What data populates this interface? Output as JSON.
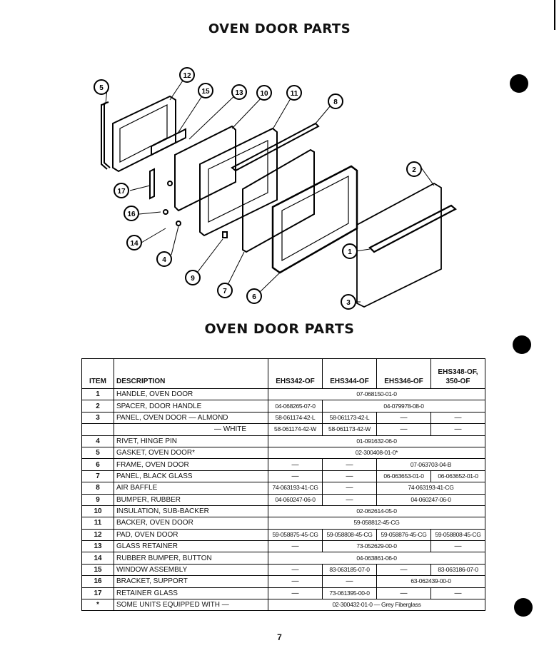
{
  "title_top": "OVEN DOOR PARTS",
  "title_bottom": "OVEN DOOR PARTS",
  "callouts": [
    "1",
    "2",
    "3",
    "4",
    "5",
    "6",
    "7",
    "8",
    "9",
    "10",
    "11",
    "12",
    "13",
    "14",
    "15",
    "16",
    "17"
  ],
  "table": {
    "headers": {
      "item": "ITEM",
      "description": "DESCRIPTION",
      "m1": "EHS342-OF",
      "m2": "EHS344-OF",
      "m3": "EHS346-OF",
      "m4a": "EHS348-OF,",
      "m4b": "350-OF"
    },
    "rows": [
      {
        "item": "1",
        "desc": "HANDLE, OVEN DOOR",
        "span": "07-068150-01-0"
      },
      {
        "item": "2",
        "desc": "SPACER, DOOR HANDLE",
        "c1": "04-068265-07-0",
        "span3": "04-079978-08-0"
      },
      {
        "item": "3",
        "desc": "PANEL, OVEN DOOR — ALMOND",
        "c1": "58-061174-42-L",
        "c2": "58-061173-42-L",
        "c3": "—",
        "c4": "—"
      },
      {
        "item": "",
        "desc": "— WHITE",
        "c1": "58-061174-42-W",
        "c2": "58-061173-42-W",
        "c3": "—",
        "c4": "—"
      },
      {
        "item": "4",
        "desc": "RIVET, HINGE PIN",
        "span": "01-091632-06-0"
      },
      {
        "item": "5",
        "desc": "GASKET, OVEN DOOR*",
        "span": "02-300408-01-0*"
      },
      {
        "item": "6",
        "desc": "FRAME, OVEN DOOR",
        "c1": "—",
        "c2": "—",
        "span2": "07-063703-04-B"
      },
      {
        "item": "7",
        "desc": "PANEL, BLACK GLASS",
        "c1": "—",
        "c2": "—",
        "c3": "06-063653-01-0",
        "c4": "06-063652-01-0"
      },
      {
        "item": "8",
        "desc": "AIR BAFFLE",
        "c1": "74-063193-41-CG",
        "c2": "—",
        "span2": "74-063193-41-CG"
      },
      {
        "item": "9",
        "desc": "BUMPER, RUBBER",
        "c1": "04-060247-06-0",
        "c2": "—",
        "span2": "04-060247-06-0"
      },
      {
        "item": "10",
        "desc": "INSULATION, SUB-BACKER",
        "span": "02-062614-05-0"
      },
      {
        "item": "11",
        "desc": "BACKER, OVEN DOOR",
        "span": "59-058812-45-CG"
      },
      {
        "item": "12",
        "desc": "PAD, OVEN DOOR",
        "c1": "59-058875-45-CG",
        "c2": "59-058808-45-CG",
        "c3": "59-058876-45-CG",
        "c4": "59-058808-45-CG"
      },
      {
        "item": "13",
        "desc": "GLASS RETAINER",
        "c1": "—",
        "span2b": "73-052629-00-0",
        "c4": "—"
      },
      {
        "item": "14",
        "desc": "RUBBER BUMPER, BUTTON",
        "span": "04-063861-06-0"
      },
      {
        "item": "15",
        "desc": "WINDOW ASSEMBLY",
        "c1": "—",
        "c2": "83-063185-07-0",
        "c3": "—",
        "c4": "83-063186-07-0"
      },
      {
        "item": "16",
        "desc": "BRACKET, SUPPORT",
        "c1": "—",
        "c2": "—",
        "span2": "63-062439-00-0"
      },
      {
        "item": "17",
        "desc": "RETAINER GLASS",
        "c1": "—",
        "c2": "73-061395-00-0",
        "c3": "—",
        "c4": "—"
      },
      {
        "item": "*",
        "desc": "SOME UNITS EQUIPPED WITH —",
        "span": "02-300432-01-0 — Grey Fiberglass"
      }
    ]
  },
  "page_number": "7"
}
